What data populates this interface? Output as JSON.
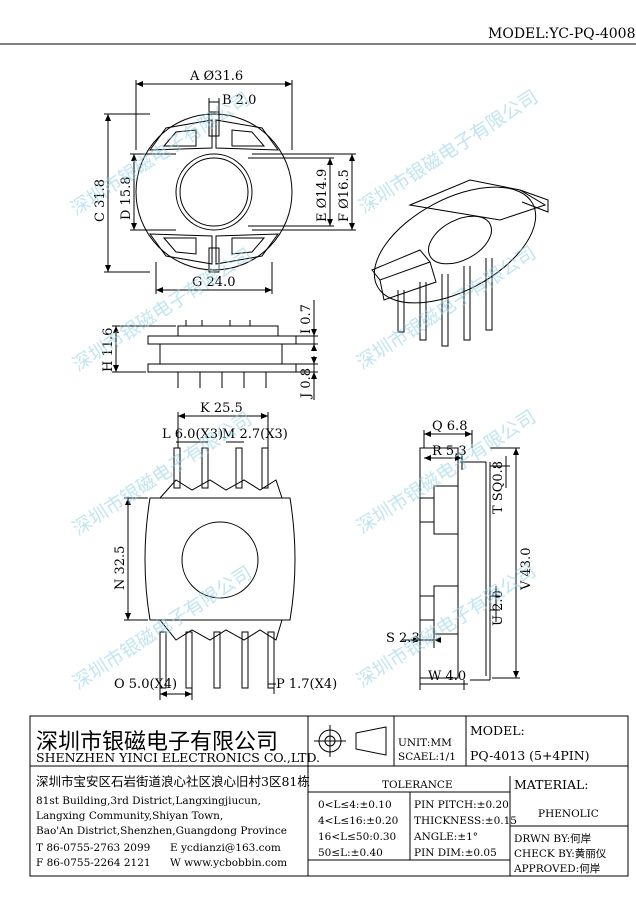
{
  "header": {
    "model_title": "MODEL:YC-PQ-4008"
  },
  "watermark": {
    "text": "深圳市银磁电子有限公司"
  },
  "dimensions": {
    "A": "A Ø31.6",
    "B": "B 2.0",
    "C": "C 31.8",
    "D": "D 15.8",
    "E": "E Ø14.9",
    "F": "F Ø16.5",
    "G": "G 24.0",
    "H": "H 11.6",
    "I": "I 0.7",
    "J": "J 0.8",
    "K": "K 25.5",
    "L": "L 6.0(X3)",
    "M": "M 2.7(X3)",
    "N": "N 32.5",
    "O": "O 5.0(X4)",
    "P": "P 1.7(X4)",
    "Q": "Q 6.8",
    "R": "R 5.3",
    "T": "T SQ0.8",
    "V": "V 43.0",
    "U": "U 2.0",
    "S": "S 2.3",
    "W": "W 4.0"
  },
  "title_block": {
    "company_cn": "深圳市银磁电子有限公司",
    "company_en": "SHENZHEN YINCI ELECTRONICS CO.,LTD.",
    "unit": "UNIT:MM",
    "scale": "SCAEL:1/1",
    "model_label": "MODEL:",
    "model_value": "PQ-4013 (5+4PIN)",
    "address_cn": "深圳市宝安区石岩街道浪心社区浪心旧村3区81栋",
    "address_en": [
      "81st Building,3rd District,Langxingjiucun,",
      "Langxing Community,Shiyan Town,",
      "Bao'An District,Shenzhen,Guangdong Province"
    ],
    "tel": "T 86-0755-2763 2099",
    "email": "E ycdianzi@163.com",
    "fax": "F 86-0755-2264 2121",
    "web": "W www.ycbobbin.com",
    "tolerance_title": "TOLERANCE",
    "tolerance_left": [
      "0<L≤4:±0.10",
      "4<L≤16:±0.20",
      "16<L≤50:0.30",
      "50≤L:±0.40"
    ],
    "tolerance_right": [
      "PIN PITCH:±0.20",
      "THICKNESS:±0.15",
      "ANGLE:±1°",
      "PIN DIM:±0.05"
    ],
    "material_label": "MATERIAL:",
    "material_value": "PHENOLIC",
    "drawn_by": "DRWN BY:何岸",
    "check_by": "CHECK BY:黄丽仪",
    "approved": "APPROVED:何岸"
  }
}
